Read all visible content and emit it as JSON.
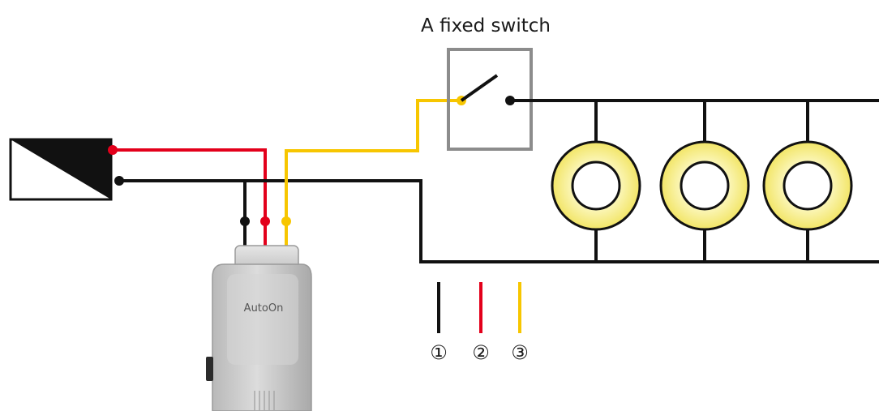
{
  "switch": {
    "title": "A fixed switch"
  },
  "device": {
    "brand": "AutoOn"
  },
  "legend": {
    "items": [
      {
        "id": "1",
        "symbol": "①",
        "color": "#111111"
      },
      {
        "id": "2",
        "symbol": "②",
        "color": "#e3001b"
      },
      {
        "id": "3",
        "symbol": "③",
        "color": "#f7c600"
      }
    ]
  },
  "wire_colors": {
    "neutral": "#111111",
    "live": "#e3001b",
    "switched": "#f7c600",
    "switch_box": "#8c8c8c"
  }
}
